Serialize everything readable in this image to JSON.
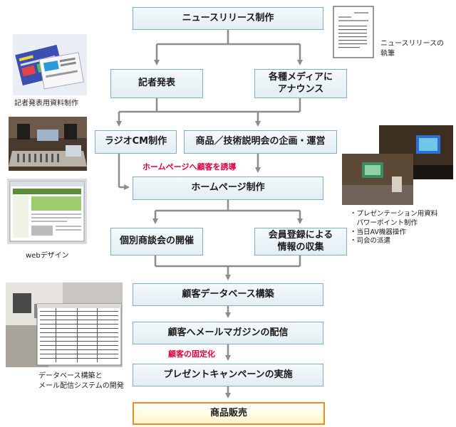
{
  "nodes": {
    "release": "ニュースリリース制作",
    "press": "記者発表",
    "media": "各種メディアに\nアナウンス",
    "radio": "ラジオCM制作",
    "seminar": "商品／技術説明会の企画・運営",
    "homepage": "ホームページ制作",
    "meeting": "個別商談会の開催",
    "member": "会員登録による\n情報の収集",
    "database": "顧客データベース構築",
    "magazine": "顧客へメールマガジンの配信",
    "campaign": "プレゼントキャンペーンの実施",
    "sales": "商品販売"
  },
  "annotations": {
    "lead": "ホームページへ顧客を誘導",
    "retain": "顧客の固定化"
  },
  "captions": {
    "release_doc": "ニュースリリースの\n執筆",
    "press_materials": "記者発表用資料制作",
    "web_design": "webデザイン",
    "db_system": "データベース構築と\nメール配信システムの開発"
  },
  "presentation_bullets": [
    "・プレゼンテーション用資料\n　パワーポイント制作",
    "・当日AV機器操作",
    "・司会の派遣"
  ],
  "colors": {
    "node_border": "#7fb0bf",
    "node_fill": "#e2eef2",
    "arrow": "#8c8c8c",
    "accent_text": "#e0003c",
    "final_border": "#f08a1c",
    "final_fill": "#fff6c9"
  },
  "icons": {
    "release_doc": "document-icon",
    "press_materials": "brochure-photo",
    "studio": "studio-photo",
    "web_design": "webpage-screenshot",
    "seminar_photo": "seminar-photo",
    "db_photo": "office-photo"
  }
}
